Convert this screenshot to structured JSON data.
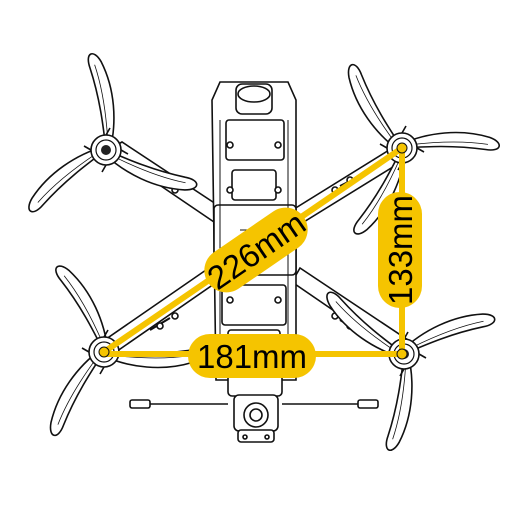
{
  "diagram": {
    "dimensions": [
      {
        "id": "diagonal",
        "label": "226mm"
      },
      {
        "id": "vertical",
        "label": "133mm"
      },
      {
        "id": "horizontal",
        "label": "181mm"
      }
    ]
  },
  "colors": {
    "accent": "#F5C400",
    "line": "#111111",
    "background": "#FFFFFF"
  }
}
